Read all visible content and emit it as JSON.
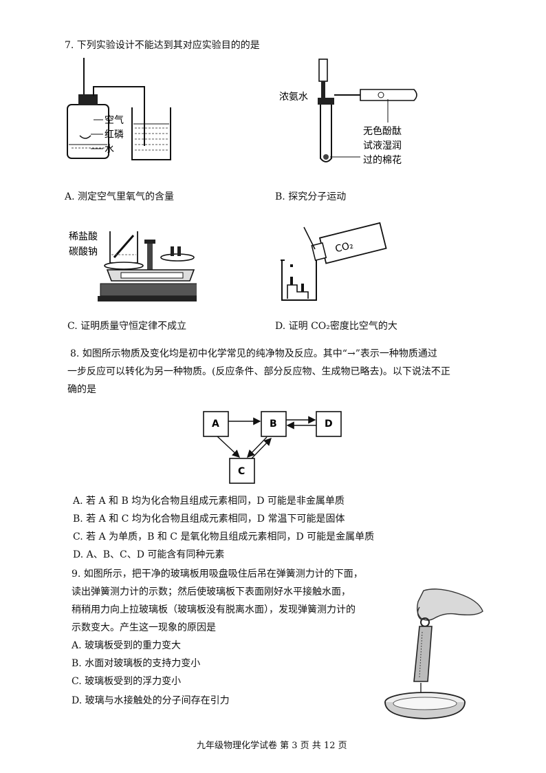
{
  "q7": {
    "stem": "7. 下列实验设计不能达到其对应实验目的的是",
    "options": {
      "a": "A. 测定空气里氧气的含量",
      "b": "B. 探究分子运动",
      "c": "C. 证明质量守恒定律不成立",
      "d": "D. 证明 CO₂密度比空气的大"
    },
    "fig_a_labels": {
      "air": "空气",
      "phosphorus": "红磷",
      "water": "水"
    },
    "fig_b_labels": {
      "ammonia": "浓氨水",
      "cotton_1": "无色酚酞",
      "cotton_2": "试液湿润",
      "cotton_3": "过的棉花"
    },
    "fig_c_labels": {
      "acid": "稀盐酸",
      "carbonate": "碳酸钠"
    },
    "fig_d_labels": {
      "gas": "CO₂"
    }
  },
  "q8": {
    "stem_line1": "8.  如图所示物质及变化均是初中化学常见的纯净物及反应。其中“→”表示一种物质通过",
    "stem_line2": "一步反应可以转化为另一种物质。(反应条件、部分反应物、生成物已略去)。以下说法不正",
    "stem_line3": "确的是",
    "diagram": {
      "a": "A",
      "b": "B",
      "c": "C",
      "d": "D"
    },
    "options": {
      "a": "A.  若 A 和 B 均为化合物且组成元素相同，D 可能是非金属单质",
      "b": "B.  若 A 和 C 均为化合物且组成元素相同，D 常温下可能是固体",
      "c": "C.  若 A 为单质，B 和 C 是氧化物且组成元素相同，D 可能是金属单质",
      "d": "D.  A、B、C、D 可能含有同种元素"
    }
  },
  "q9": {
    "stem_line1": "9. 如图所示，把干净的玻璃板用吸盘吸住后吊在弹簧测力计的下面，",
    "stem_line2": "读出弹簧测力计的示数；然后使玻璃板下表面刚好水平接触水面，",
    "stem_line3": "稍稍用力向上拉玻璃板（玻璃板没有脱离水面），发现弹簧测力计的",
    "stem_line4": "示数变大。产生这一现象的原因是",
    "options": {
      "a": "A. 玻璃板受到的重力变大",
      "b": "B. 水面对玻璃板的支持力变小",
      "c": "C. 玻璃板受到的浮力变小",
      "d": "D. 玻璃与水接触处的分子间存在引力"
    }
  },
  "footer": "九年级物理化学试卷  第  3  页  共  12  页"
}
